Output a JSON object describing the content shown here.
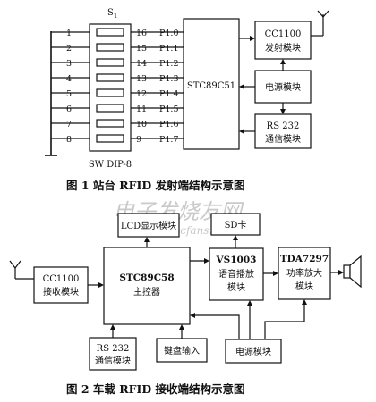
{
  "figure1": {
    "s1_label": "S",
    "s1_sub": "1",
    "dip_label": "SW DIP-8",
    "left_pins": [
      "1",
      "2",
      "3",
      "4",
      "5",
      "6",
      "7",
      "8"
    ],
    "right_pins": [
      "16",
      "15",
      "14",
      "13",
      "12",
      "11",
      "10",
      "9"
    ],
    "ports": [
      "P1.0",
      "P1.1",
      "P1.2",
      "P1.3",
      "P1.4",
      "P1.5",
      "P1.6",
      "P1.7"
    ],
    "mcu": "STC89C51",
    "tx": [
      "CC1100",
      "发射模块"
    ],
    "power": "电源模块",
    "rs232": [
      "RS 232",
      "通信模块"
    ],
    "caption": "图 1   站台 RFID 发射端结构示意图"
  },
  "figure2": {
    "lcd": "LCD显示模块",
    "sd": "SD卡",
    "rx": [
      "CC1100",
      "接收模块"
    ],
    "mcu": [
      "STC89C58",
      "主控器"
    ],
    "vs": [
      "VS1003",
      "语音播放",
      "模块"
    ],
    "amp": [
      "TDA7297",
      "功率放大",
      "模块"
    ],
    "rs232": [
      "RS 232",
      "通信模块"
    ],
    "keypad": "键盘输入",
    "power": "电源模块",
    "caption": "图 2   车载 RFID 接收端结构示意图"
  },
  "watermark": {
    "main": "电子发烧友网",
    "url": "www.elecfans.com"
  }
}
